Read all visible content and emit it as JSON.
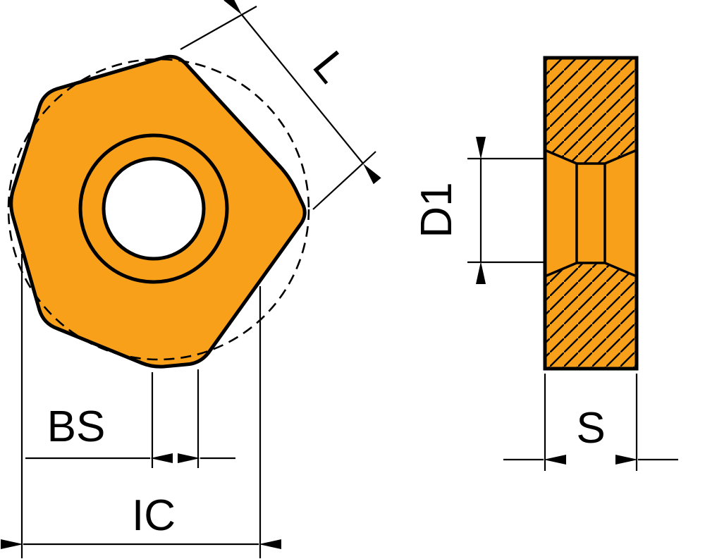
{
  "drawing": {
    "labels": {
      "edge_length": "L",
      "wiper_edge": "BS",
      "inscribed_circle": "IC",
      "hole_diameter": "D1",
      "thickness": "S"
    },
    "colors": {
      "insert_fill": "#F9A01B",
      "line": "#000000",
      "background": "#FFFFFF"
    }
  }
}
